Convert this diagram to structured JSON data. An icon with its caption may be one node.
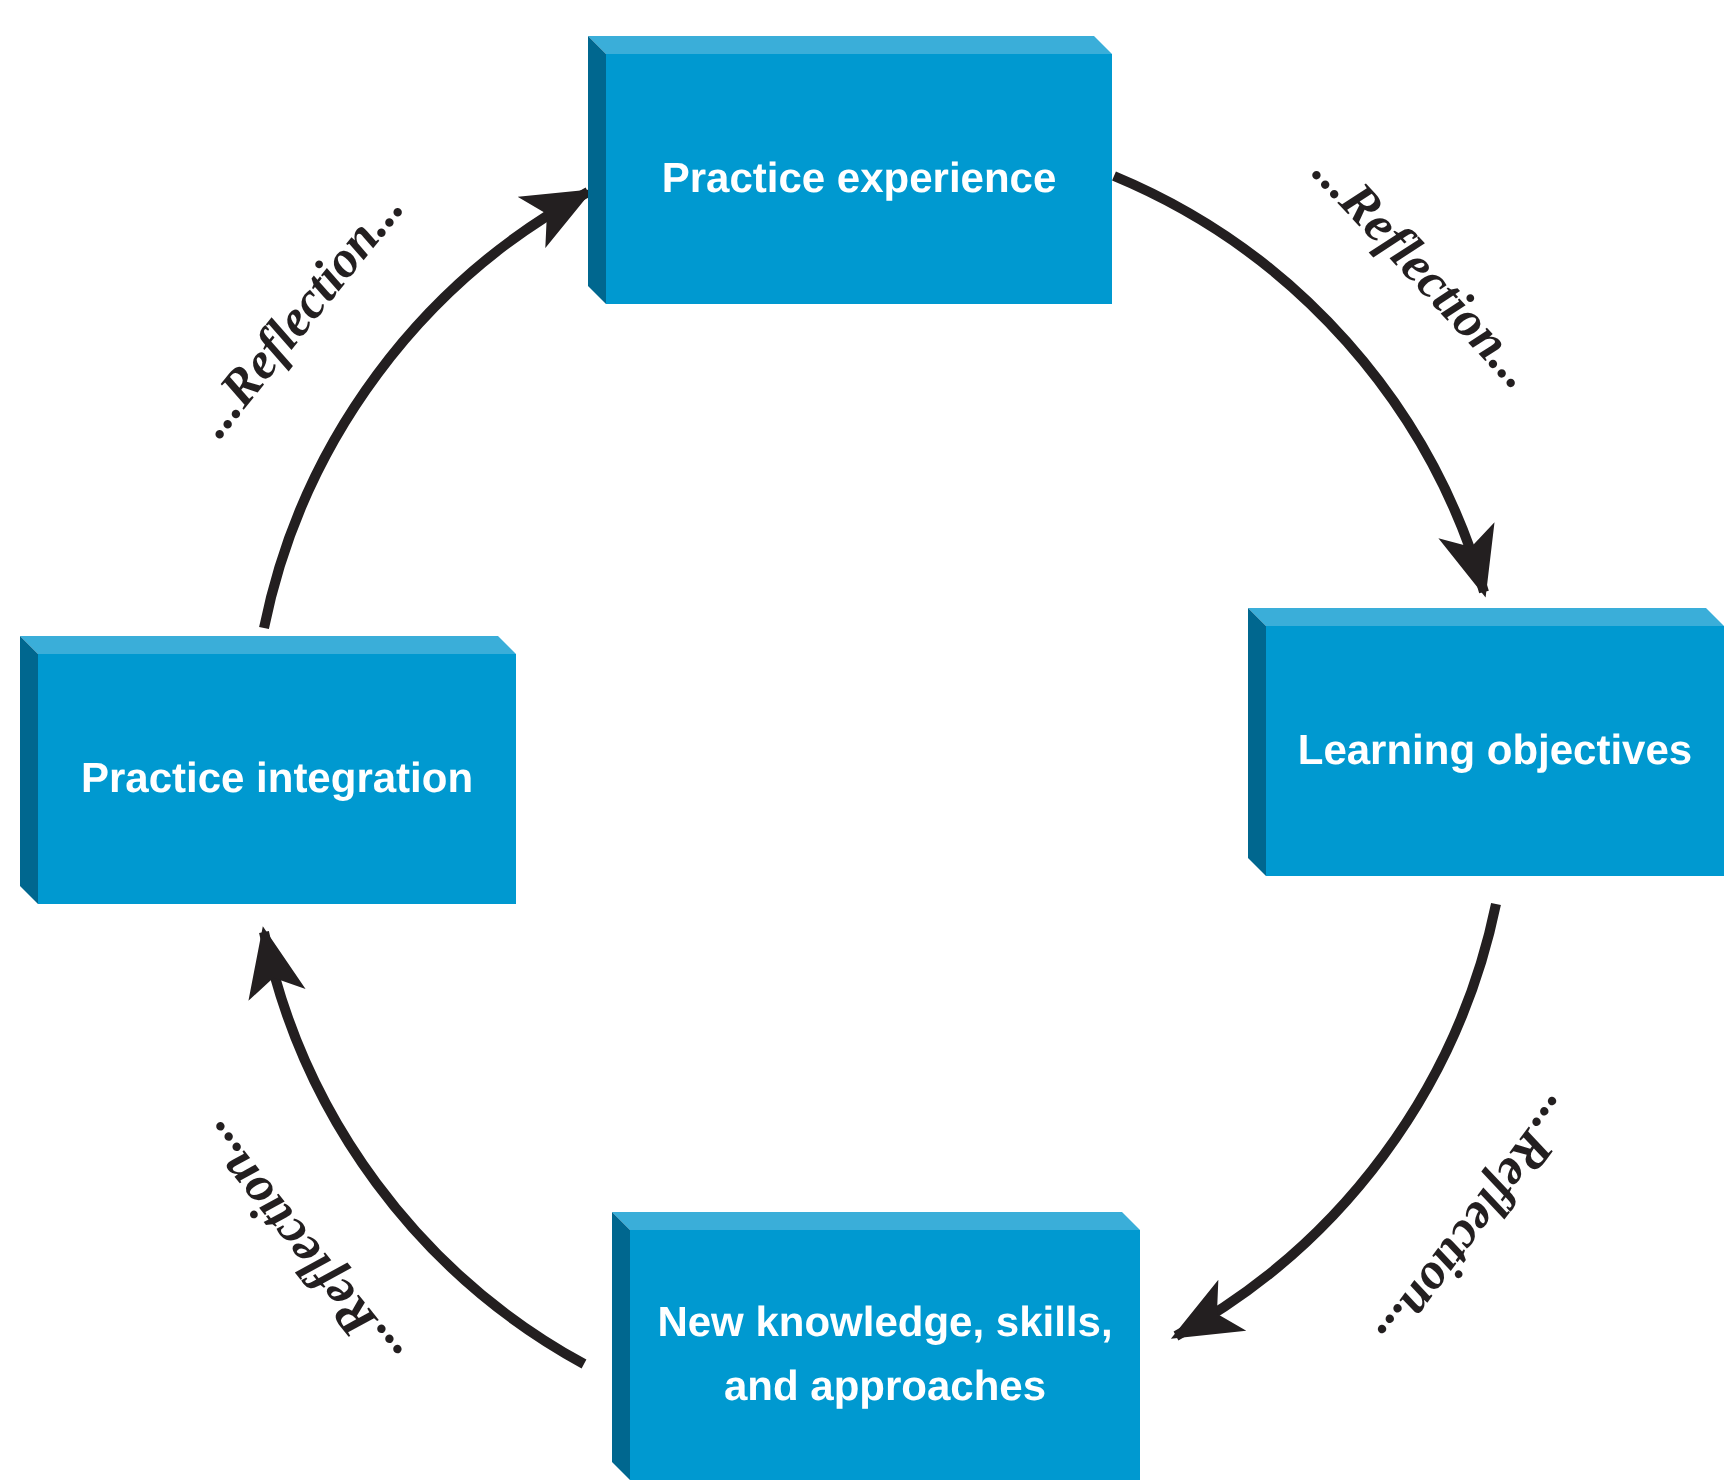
{
  "diagram": {
    "nodes": [
      {
        "text": [
          "Practice experience"
        ]
      },
      {
        "text": [
          "Learning objectives"
        ]
      },
      {
        "text": [
          "New knowledge, skills, and approaches"
        ]
      },
      {
        "text": [
          "Practice integration"
        ]
      }
    ],
    "edges": [
      {
        "from": 0,
        "to": 1,
        "arrow": "to",
        "label": "...Reflection..."
      },
      {
        "from": 1,
        "to": 2,
        "arrow": "to",
        "label": "...Reflection..."
      },
      {
        "from": 2,
        "to": 3,
        "arrow": "to",
        "label": "...Reflection..."
      },
      {
        "from": 3,
        "to": 0,
        "arrow": "to",
        "label": "...Reflection..."
      }
    ]
  }
}
